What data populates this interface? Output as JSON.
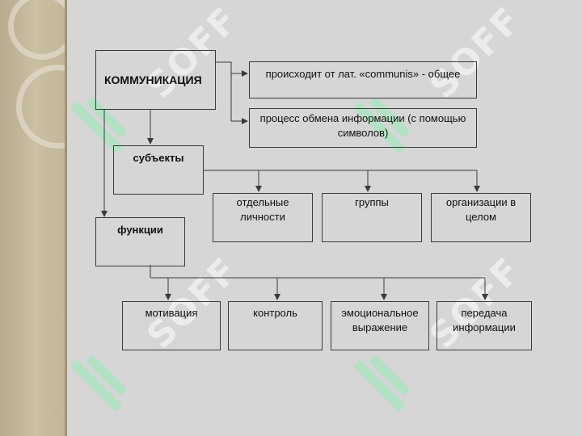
{
  "diagram": {
    "root": "КОММУНИКАЦИЯ",
    "definitions": [
      "происходит от лат. «communis» - общее",
      "процесс обмена информации (с помощью символов)"
    ],
    "subjects": {
      "label": "субъекты",
      "items": [
        "отдельные личности",
        "группы",
        "организации в целом"
      ]
    },
    "functions": {
      "label": "функции",
      "items": [
        "мотивация",
        "контроль",
        "эмоциональное выражение",
        "передача информации"
      ]
    }
  },
  "watermark": "SOFF",
  "colors": {
    "page": "#d6d6d6",
    "side_band": "#c3b699",
    "stroke": "#3a3a3a"
  }
}
